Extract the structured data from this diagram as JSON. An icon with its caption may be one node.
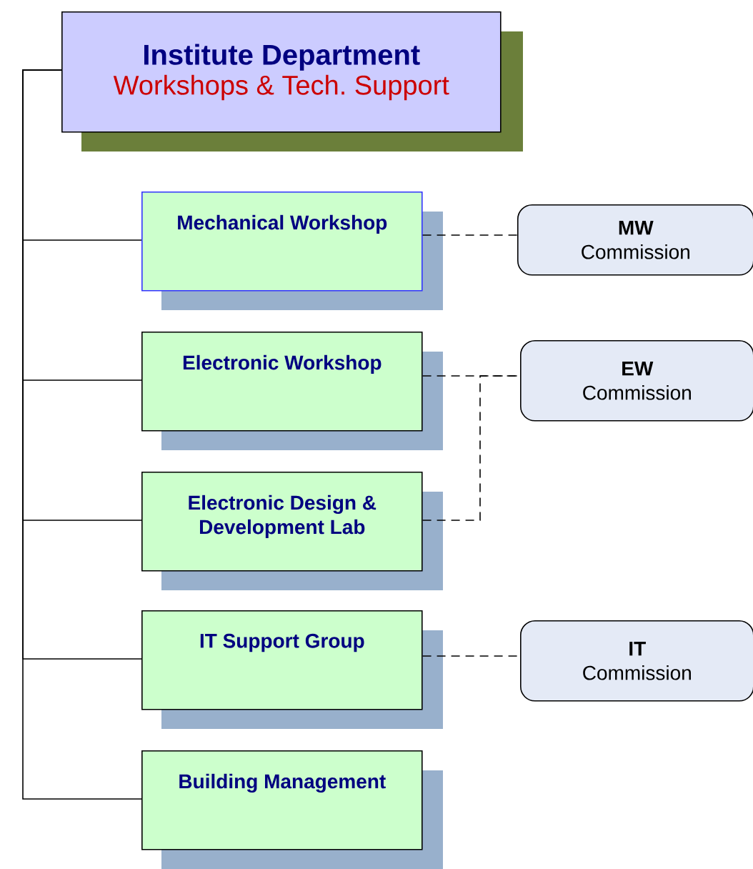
{
  "diagram": {
    "nodes": [
      {
        "text": [
          "Institute Department",
          "Workshops & Tech. Support"
        ]
      },
      {
        "text": [
          "Mechanical Workshop"
        ]
      },
      {
        "text": [
          "Electronic Workshop"
        ]
      },
      {
        "text": [
          "Electronic Design & Development Lab"
        ]
      },
      {
        "text": [
          "IT Support Group"
        ]
      },
      {
        "text": [
          "Building Management"
        ]
      },
      {
        "text": [
          "MW",
          "Commission"
        ]
      },
      {
        "text": [
          "EW",
          "Commission"
        ]
      },
      {
        "text": [
          "IT",
          "Commission"
        ]
      }
    ],
    "edges": [
      {
        "from": 0,
        "to": 1,
        "arrow": "none"
      },
      {
        "from": 0,
        "to": 2,
        "arrow": "none"
      },
      {
        "from": 0,
        "to": 3,
        "arrow": "none"
      },
      {
        "from": 0,
        "to": 4,
        "arrow": "none"
      },
      {
        "from": 0,
        "to": 5,
        "arrow": "none"
      },
      {
        "from": 1,
        "to": 6,
        "arrow": "none",
        "style": "dashed"
      },
      {
        "from": 2,
        "to": 7,
        "arrow": "none",
        "style": "dashed"
      },
      {
        "from": 3,
        "to": 7,
        "arrow": "none",
        "style": "dashed"
      },
      {
        "from": 4,
        "to": 8,
        "arrow": "none",
        "style": "dashed"
      }
    ]
  }
}
